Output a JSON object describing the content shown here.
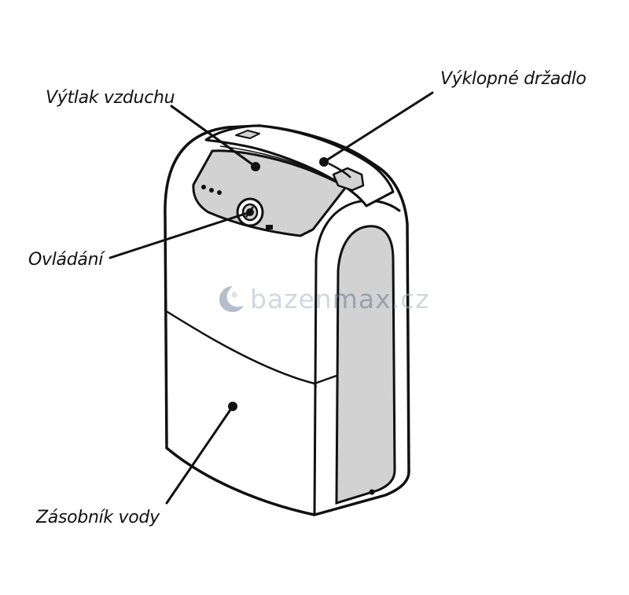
{
  "callouts": {
    "air_outlet": "Výtlak vzduchu",
    "folding_handle": "Výklopné držadlo",
    "controls": "Ovládání",
    "water_tank": "Zásobník vody"
  },
  "watermark": {
    "prefix": "bazen",
    "highlight": "max",
    "suffix": ".cz"
  },
  "colors": {
    "outline": "#111111",
    "body_fill": "#ffffff",
    "panel_gray": "#d2d2d2",
    "watermark_light": "#aeb8c8",
    "watermark_dark": "#6c7a96"
  }
}
